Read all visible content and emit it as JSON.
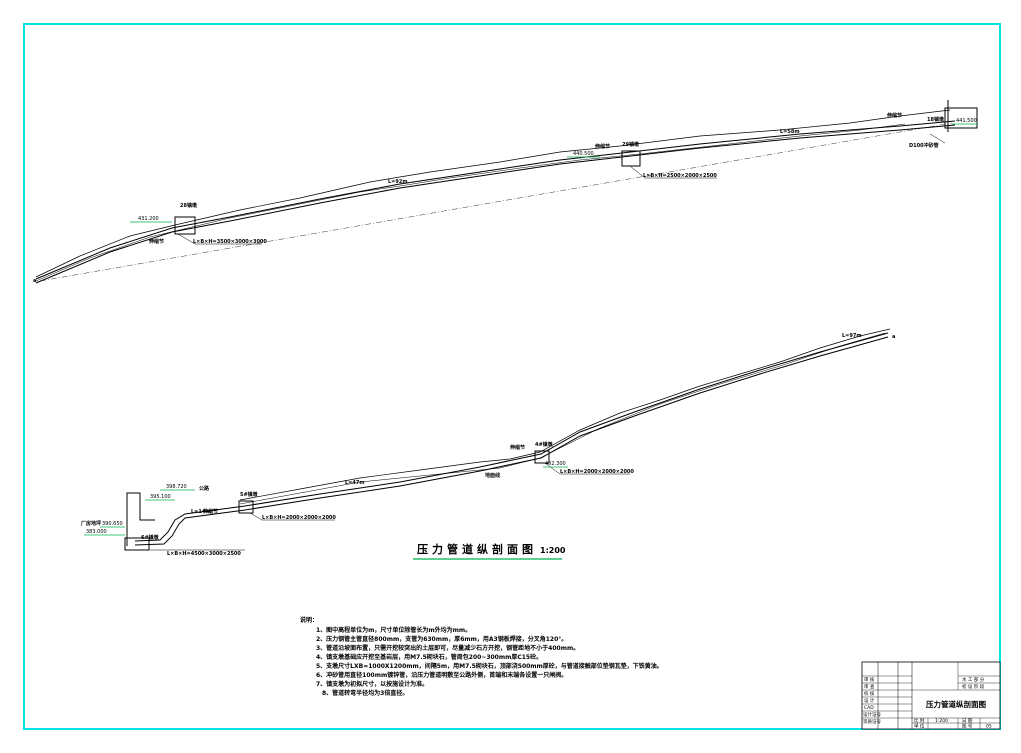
{
  "upper": {
    "label_28": "28镇墩",
    "label_29": "29镇墩",
    "label_18": "18镇墩",
    "dim_28": "L×B×H=3500×3000×3000",
    "dim_29": "L×B×H=2500×2000×2500",
    "len_mid": "L=92m",
    "len_right": "L=58m",
    "joint": "伸缩节",
    "elev_28": "431.200",
    "elev_29": "440.500",
    "elev_18": "441.500",
    "pipe_note": "D100冲砂管",
    "end_mark": "a"
  },
  "lower": {
    "label_4": "4#镇墩",
    "label_5": "5#镇墩",
    "label_6": "6#镇墩",
    "dim_4": "L×B×H=2000×2000×2000",
    "dim_5": "L×B×H=2000×2000×2000",
    "dim_6": "L×B×H=4500×3000×2500",
    "len_top": "L=97m",
    "len_mid": "L=47m",
    "len_small": "L=14m",
    "joint": "伸缩节",
    "ground_line": "地面线",
    "road": "公路",
    "plant_floor": "厂房地坪",
    "elev_4": "402.300",
    "elev_road": "398.720",
    "elev_5": "395.100",
    "elev_plant": "390.650",
    "elev_6": "383.000",
    "end_mark": "a"
  },
  "title": {
    "main": "压力管道纵剖面图",
    "scale": "1:200"
  },
  "notes": {
    "heading": "说明：",
    "items": [
      "1、图中高程单位为m，尺寸单位除管长为m外均为mm。",
      "2、压力钢管主管直径800mm，支管为630mm，厚6mm，用A3钢板焊接，分叉角120°。",
      "3、管道沿坡面布置，只需开挖较突出的土层即可，尽量减少石方开挖，钢管距地不小于400mm。",
      "4、镇支墩基础应开挖至基岩层，用M7.5砌块石，管周包200~300mm厚C15砼。",
      "5、支墩尺寸LXB=1000X1200mm，间隔5m，用M7.5砌块石，顶部浇500mm厚砼，与管道接触部位垫钢瓦垫，下铁黄油。",
      "6、冲砂管用直径100mm镀锌管，沿压力管道明敷至公路外侧，首端和末端各设置一只闸阀。",
      "7、镇支墩为初拟尺寸，以按施设计为准。",
      "8、管道转弯半径均为3倍直径。"
    ]
  },
  "titleblock": {
    "r1": "审 核",
    "r2": "审 查",
    "r3": "校 核",
    "r4": "设 计",
    "r5": "CAD",
    "r6": "设计证号",
    "r7": "资质证号",
    "org1": "水 工 部 分",
    "org2": "初 设 阶 段",
    "drawing_name": "压力管道纵剖面图",
    "scale_label": "比 例",
    "scale_value": "1:200",
    "date_label": "日 期",
    "chart_label": "图 号",
    "unit_label": "单 位",
    "chart_no": "05"
  },
  "colors": {
    "frame": "#00e5e5",
    "ink": "#000000",
    "elevation": "#00b050",
    "title_underline": "#00b050"
  }
}
